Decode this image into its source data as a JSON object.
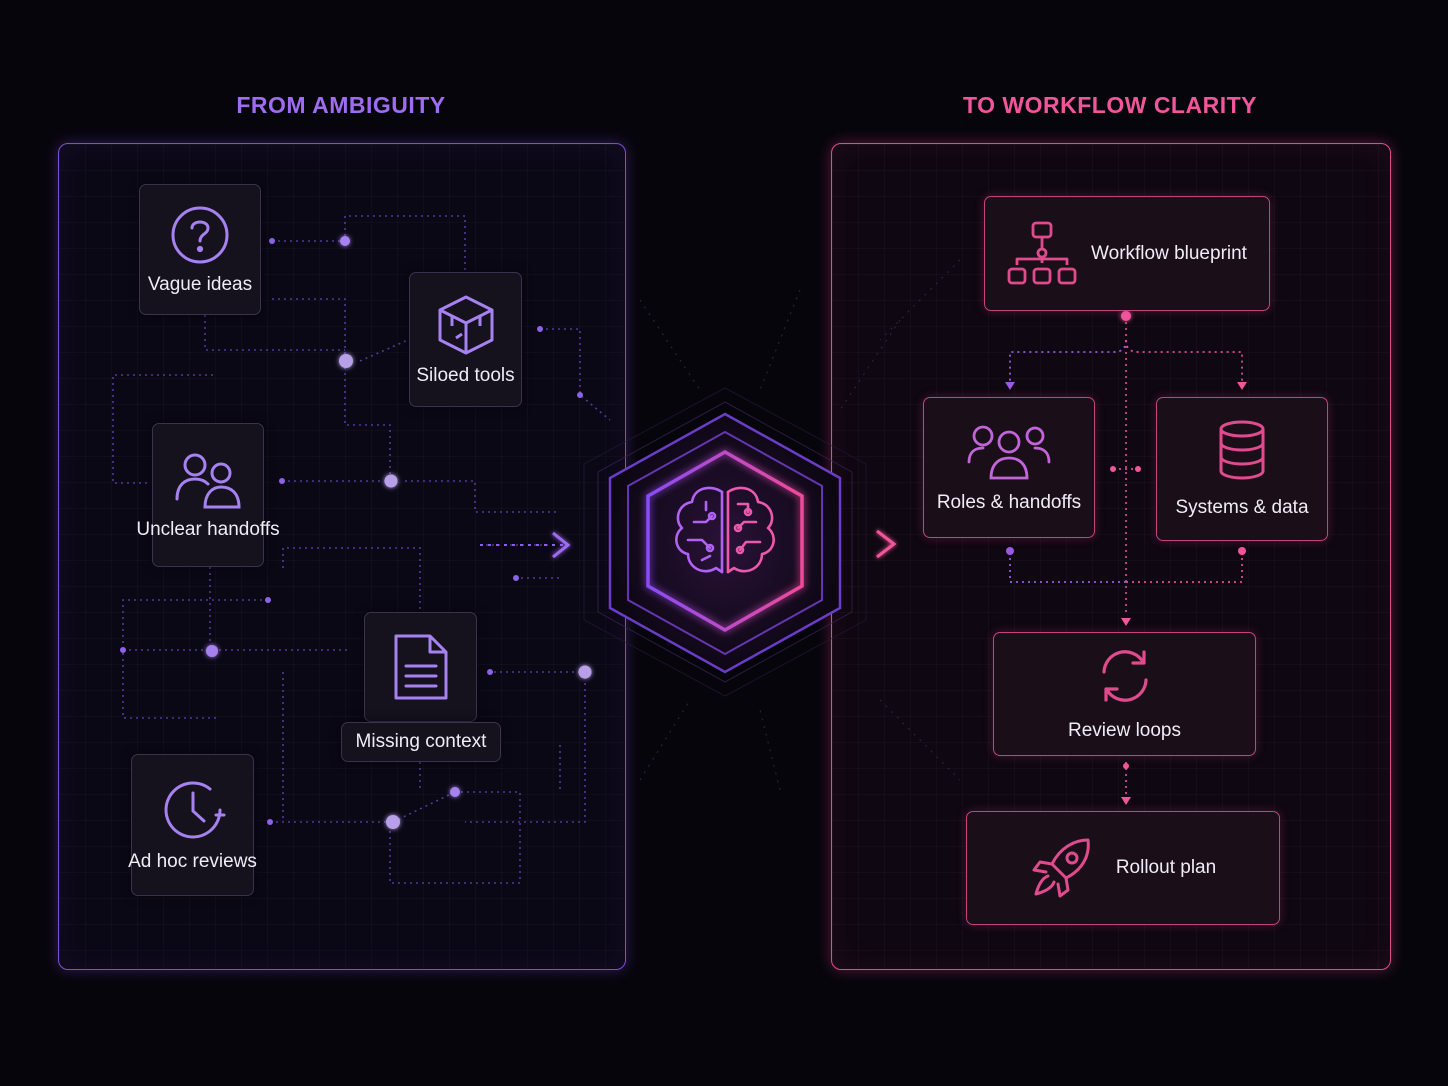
{
  "headings": {
    "left": "FROM AMBIGUITY",
    "right": "TO WORKFLOW CLARITY"
  },
  "left_cards": [
    {
      "label": "Vague ideas",
      "icon": "question-circle-icon"
    },
    {
      "label": "Siloed tools",
      "icon": "cube-icon"
    },
    {
      "label": "Unclear handoffs",
      "icon": "users-icon"
    },
    {
      "label": "Missing context",
      "icon": "document-icon"
    },
    {
      "label": "Ad hoc reviews",
      "icon": "clock-icon"
    }
  ],
  "right_cards": [
    {
      "label": "Workflow blueprint",
      "icon": "org-chart-icon"
    },
    {
      "label": "Roles & handoffs",
      "icon": "team-icon"
    },
    {
      "label": "Systems & data",
      "icon": "database-icon"
    },
    {
      "label": "Review loops",
      "icon": "refresh-icon"
    },
    {
      "label": "Rollout plan",
      "icon": "rocket-icon"
    }
  ],
  "hub": {
    "icon": "brain-icon"
  },
  "colors": {
    "left_accent": "#9d6cf0",
    "right_accent": "#f2559a",
    "background": "#07050c"
  }
}
